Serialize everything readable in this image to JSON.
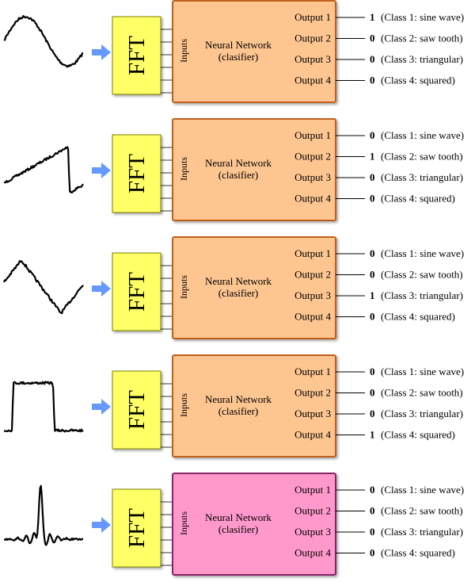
{
  "block": {
    "fft_label": "FFT",
    "inputs_label": "Inputs",
    "nn_title_line1": "Neural Network",
    "nn_title_line2": "(clasifier)"
  },
  "outputs": [
    "Output 1",
    "Output 2",
    "Output 3",
    "Output 4"
  ],
  "classes": [
    "(Class 1: sine wave)",
    "(Class 2: saw tooth)",
    "(Class 3: triangular)",
    "(Class 4: squared)"
  ],
  "colors": {
    "fft_fill": "#ffff66",
    "fft_stroke": "#808000",
    "nn_fill": "#fdc590",
    "nn_stroke": "#c0601a",
    "nn_fill_highlight": "#ff99cc",
    "nn_stroke_highlight": "#882266",
    "arrow": "#6699ff"
  },
  "rows": [
    {
      "signal": "sine-wave",
      "values": [
        "1",
        "0",
        "0",
        "0"
      ],
      "highlight": false
    },
    {
      "signal": "saw-tooth-wave",
      "values": [
        "0",
        "1",
        "0",
        "0"
      ],
      "highlight": false
    },
    {
      "signal": "triangular-wave",
      "values": [
        "0",
        "0",
        "1",
        "0"
      ],
      "highlight": false
    },
    {
      "signal": "squared-wave",
      "values": [
        "0",
        "0",
        "0",
        "1"
      ],
      "highlight": false
    },
    {
      "signal": "unknown-pulse-wave",
      "values": [
        "0",
        "0",
        "0",
        "0"
      ],
      "highlight": true
    }
  ]
}
